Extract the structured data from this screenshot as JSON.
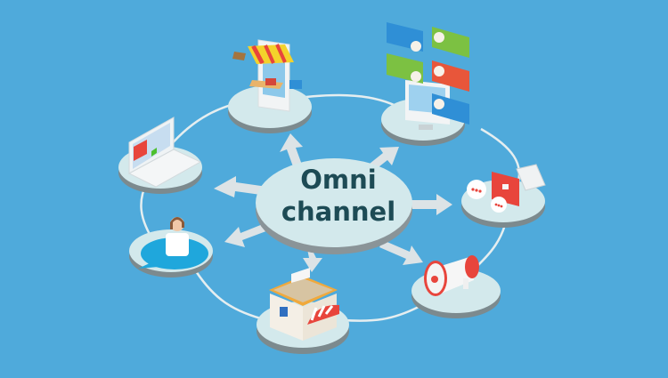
{
  "diagram": {
    "title_line1": "Omni",
    "title_line2": "channel",
    "center_label": "Omni channel",
    "colors": {
      "background": "#4FAADB",
      "platform_top": "#D3E9EC",
      "platform_side": "#7C8A8E",
      "arrow": "#DCE3E6",
      "ring": "#E5EEF0",
      "title_text": "#1D4B55",
      "accent_red": "#E8453C",
      "accent_yellow": "#F4D22B",
      "accent_green": "#7CC142",
      "accent_blue": "#2F8FD6"
    },
    "nodes": [
      {
        "id": "mobile-shop",
        "icon": "smartphone-storefront-icon"
      },
      {
        "id": "reviews",
        "icon": "customer-review-bubbles-icon"
      },
      {
        "id": "laptop",
        "icon": "laptop-icon"
      },
      {
        "id": "messaging",
        "icon": "chat-video-email-icon"
      },
      {
        "id": "support",
        "icon": "call-center-agent-icon"
      },
      {
        "id": "advertising",
        "icon": "megaphone-icon"
      },
      {
        "id": "physical-store",
        "icon": "shop-building-icon"
      }
    ]
  }
}
